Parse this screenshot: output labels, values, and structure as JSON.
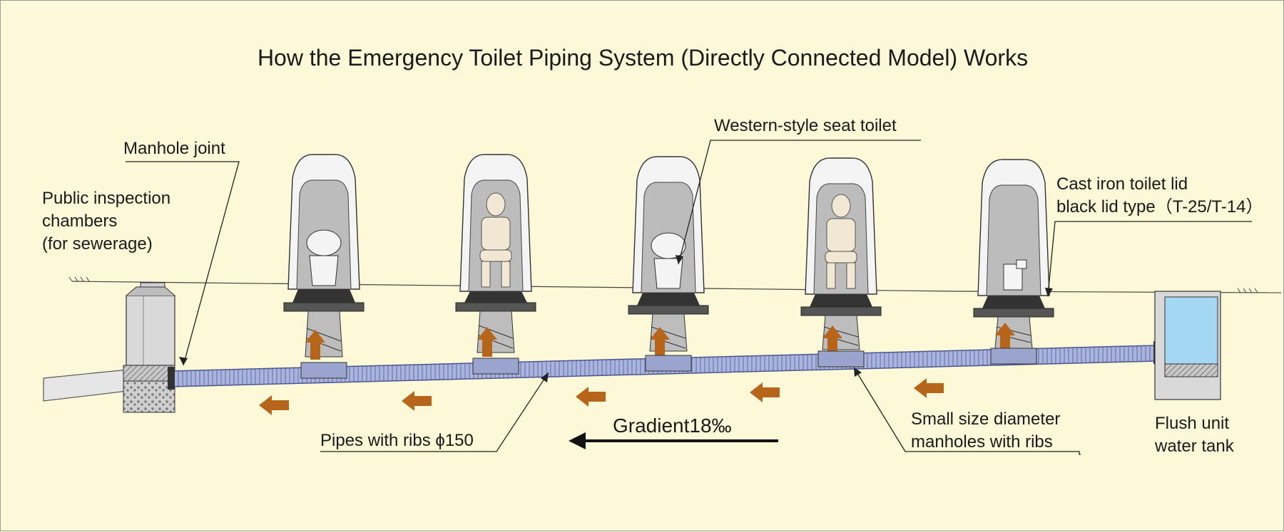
{
  "title": "How the Emergency Toilet Piping System (Directly Connected Model) Works",
  "labels": {
    "manhole_joint": "Manhole joint",
    "public_inspection": [
      "Public inspection",
      "chambers",
      "(for sewerage)"
    ],
    "western_toilet": "Western-style seat toilet",
    "cast_iron_lid": [
      "Cast iron toilet lid",
      "black lid type（T-25/T-14）"
    ],
    "pipes_ribs": "Pipes with ribs ϕ150",
    "gradient": "Gradient18‰",
    "small_manholes": [
      "Small size diameter",
      "manholes with ribs"
    ],
    "flush_unit": [
      "Flush unit",
      "water tank"
    ]
  },
  "colors": {
    "background": "#fcf8d8",
    "pipe": "#aab4dc",
    "flow_arrow": "#b8651c",
    "tank_water": "#a4d8f2",
    "lid": "#555555",
    "shelter": "#f4f4f4"
  },
  "icons": [
    "toilet-shelter-icon",
    "mannequin-icon",
    "flow-arrow-icon",
    "water-tank-icon",
    "inspection-chamber-icon"
  ]
}
